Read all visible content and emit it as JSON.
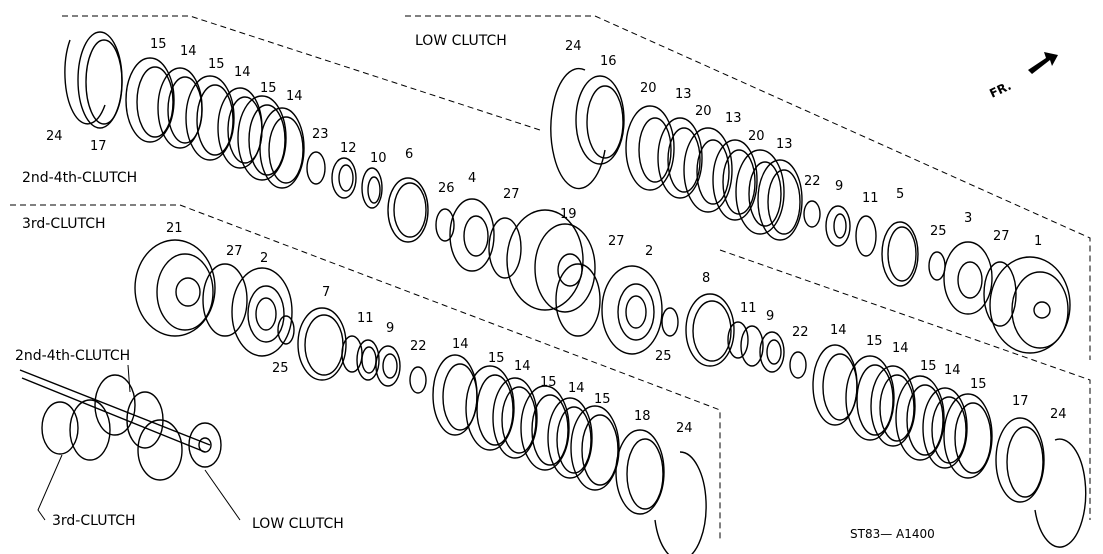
{
  "sections": {
    "low_clutch": "LOW CLUTCH",
    "second_fourth_top": "2nd-4th-CLUTCH",
    "third": "3rd-CLUTCH",
    "second_fourth_assembly": "2nd-4th-CLUTCH",
    "third_assembly": "3rd-CLUTCH",
    "low_assembly": "LOW CLUTCH"
  },
  "direction": "FR.",
  "reference_code": "ST83— A1400",
  "callouts": {
    "c24a": "24",
    "c17a": "17",
    "c15a": "15",
    "c14a": "14",
    "c15b": "15",
    "c14b": "14",
    "c15c": "15",
    "c14c": "14",
    "c23": "23",
    "c12": "12",
    "c10": "10",
    "c6": "6",
    "c26": "26",
    "c4": "4",
    "c27a": "27",
    "c19": "19",
    "c24b": "24",
    "c16": "16",
    "c20a": "20",
    "c13a": "13",
    "c20b": "20",
    "c13b": "13",
    "c20c": "20",
    "c13c": "13",
    "c22a": "22",
    "c9a": "9",
    "c11a": "11",
    "c5": "5",
    "c25a": "25",
    "c3": "3",
    "c27b": "27",
    "c1": "1",
    "c21": "21",
    "c27c": "27",
    "c2a": "2",
    "c25b": "25",
    "c7": "7",
    "c11b": "11",
    "c9b": "9",
    "c22b": "22",
    "c27d": "27",
    "c2b": "2",
    "c25c": "25",
    "c8": "8",
    "c11c": "11",
    "c9c": "9",
    "c22c": "22",
    "c14d": "14",
    "c15d": "15",
    "c14e": "14",
    "c15e": "15",
    "c14f": "14",
    "c15f": "15",
    "c18": "18",
    "c24c": "24",
    "c14g": "14",
    "c15g": "15",
    "c14h": "14",
    "c15h": "15",
    "c14i": "14",
    "c15i": "15",
    "c17b": "17",
    "c24d": "24"
  }
}
